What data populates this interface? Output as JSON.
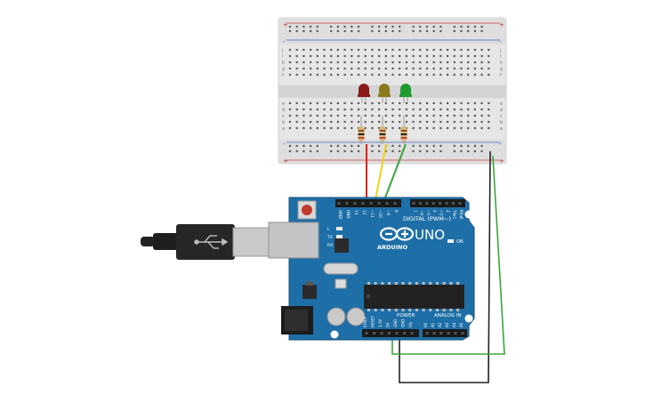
{
  "breadboard": {
    "rail_plus": "+",
    "rail_minus": "-",
    "row_letters_top": [
      "j",
      "i",
      "h",
      "g",
      "f"
    ],
    "row_letters_bottom": [
      "e",
      "d",
      "c",
      "b",
      "a"
    ],
    "column_count": 30
  },
  "leds": [
    {
      "color_name": "red",
      "color": "#8b1a1a"
    },
    {
      "color_name": "yellow",
      "color": "#8a7a1c"
    },
    {
      "color_name": "green",
      "color": "#1f9a2e"
    }
  ],
  "wires": {
    "red": "#e02020",
    "yellow": "#f2d21b",
    "green": "#3aa53a",
    "black": "#222222"
  },
  "arduino": {
    "brand": "ARDUINO",
    "model": "UNO",
    "board_color": "#1e6fa8",
    "digital_label": "DIGITAL (PWM~)",
    "power_label": "POWER",
    "analog_label": "ANALOG IN",
    "on_label": "ON",
    "led_labels": [
      "L",
      "TX",
      "RX"
    ],
    "digital_pins": [
      "AREF",
      "GND",
      "13",
      "12",
      "~11",
      "~10",
      "~9",
      "8",
      "7",
      "~6",
      "~5",
      "4",
      "~3",
      "2",
      "TX▸1",
      "RX◂0"
    ],
    "power_pins": [
      "IOREF",
      "RESET",
      "3.3V",
      "5V",
      "GND",
      "GND",
      "Vin"
    ],
    "analog_pins": [
      "A0",
      "A1",
      "A2",
      "A3",
      "A4",
      "A5"
    ]
  }
}
